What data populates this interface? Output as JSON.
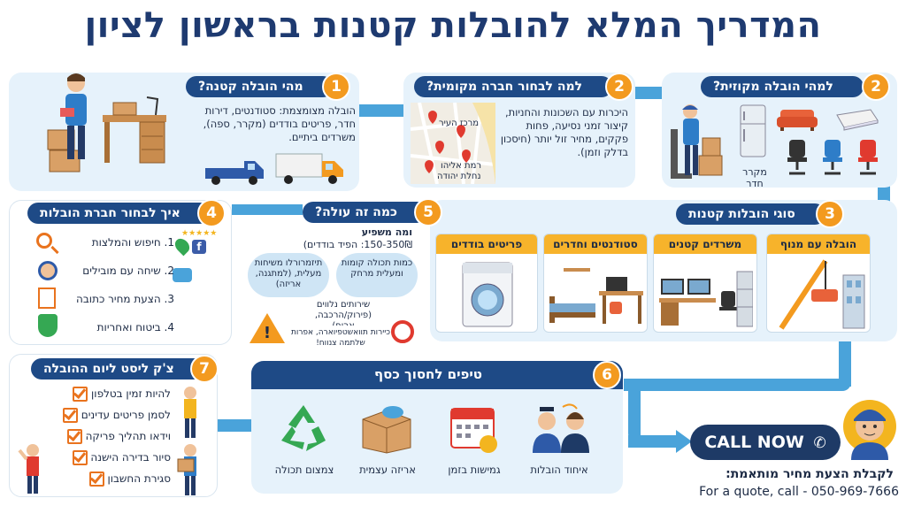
{
  "title": "המדריך המלא להובלות קטנות בראשון לציון",
  "sections": {
    "s1": {
      "num": "1",
      "header": "מהי הובלה קטנה?",
      "body": "הובלה מצומצמת: סטודנטים, דירות חדר, פריטים בודדים (מקרר, ספה), משרדים ביתיים."
    },
    "s2a": {
      "num": "2",
      "header": "למה לבחור חברה מקומית?",
      "body": "היכרות עם השכונות והחניות, קיצור זמני נסיעה, פחות פקקים, מחיר זול יותר (חיסכון בדלק וזמן).",
      "map_labels": [
        "מרכז העיר",
        "רמת אליהו",
        "נחלת יהודה"
      ]
    },
    "s2b": {
      "num": "2",
      "header": "למהי הובלה מקוזית?",
      "caption": "מקרר חדר"
    },
    "s3": {
      "num": "3",
      "header": "סוגי הובלות קטנות",
      "cards": [
        "הובלה עם מנוף",
        "משרדים קטנים",
        "סטודנטים וחדרים",
        "פריטים בודדים"
      ]
    },
    "s4": {
      "num": "4",
      "header": "איך לבחור חברת הובלות",
      "items": [
        "1. חיפוש והמלצות",
        "2. שיחה עם מובילים",
        "3. הצעת מחיר כתובה",
        "4. ביטוח ואחריות"
      ]
    },
    "s5": {
      "num": "5",
      "header": "כמה זה עולה?",
      "sub": "ומה משפיע",
      "price": "150-350₪: הפיד בודדים)",
      "clouds": [
        "תיזמרורלו משיחות מעלית, (למתגנה, אריזה)",
        "כמות תכולה קומות ומעלית מרחק",
        "שירותים נלווים (פירוק/הרכבה, ארוף)"
      ],
      "warning": "כיירות תוואשטפיוארה, אפרות שלתמה צנווח!"
    },
    "s6": {
      "num": "6",
      "header": "טיפים לחסוך כסף",
      "tips": [
        "איחוד הובלות",
        "גמישות בזמן",
        "אריזה עצמית",
        "צמצום תכולה"
      ]
    },
    "s7": {
      "num": "7",
      "header": "צ'ק ליסט ליום ההובלה",
      "items": [
        "להיות זמין בטלפון",
        "לסמן פריטים עדינים",
        "וידאו תהליך פריקה",
        "סיור בדירה הישנה",
        "סגירת החשבון"
      ]
    }
  },
  "cta": {
    "button": "CALL NOW",
    "line1": "לקבלת הצעת מחיר מותאמת:",
    "line2": "For a quote, call - 050-969-7666"
  },
  "colors": {
    "navy": "#1e4a86",
    "orange": "#f39a1f",
    "pipe": "#4aa3da",
    "panel": "#e6f2fb",
    "cardHeader": "#f7b32b"
  },
  "icons": [
    "mover-person-icon",
    "desk-icon",
    "pickup-truck-icon",
    "box-truck-icon",
    "map-pin-icon",
    "fridge-icon",
    "sofa-icon",
    "mattress-icon",
    "chair-icon",
    "crane-icon",
    "washing-machine-icon",
    "bed-icon",
    "office-desk-icon",
    "search-icon",
    "headset-icon",
    "document-icon",
    "shield-icon",
    "calendar-icon",
    "box-icon",
    "recycle-icon",
    "phone-icon",
    "worker-avatar-icon",
    "checkbox-icon",
    "warning-icon",
    "no-entry-icon"
  ]
}
